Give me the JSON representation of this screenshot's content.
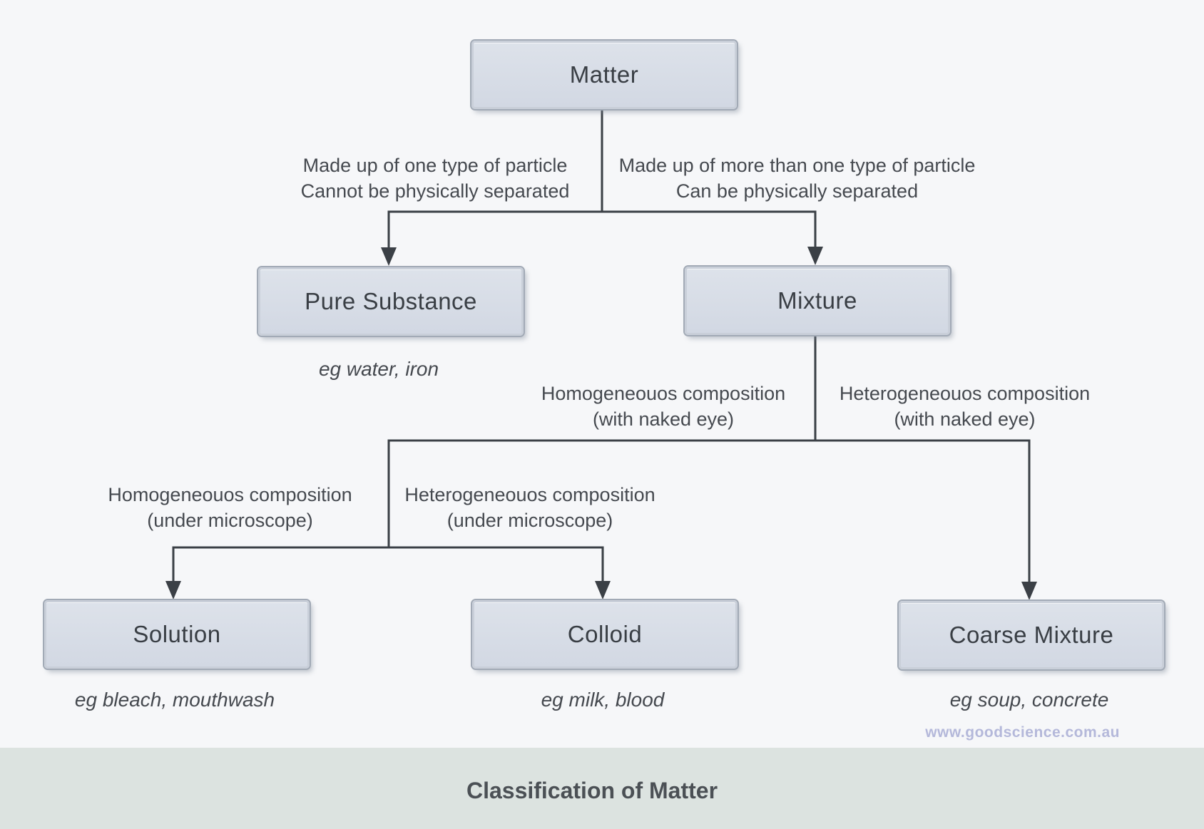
{
  "diagram": {
    "nodes": {
      "matter": {
        "label": "Matter"
      },
      "pure_substance": {
        "label": "Pure Substance",
        "example": "eg water, iron"
      },
      "mixture": {
        "label": "Mixture"
      },
      "solution": {
        "label": "Solution",
        "example": "eg bleach, mouthwash"
      },
      "colloid": {
        "label": "Colloid",
        "example": "eg milk, blood"
      },
      "coarse_mixture": {
        "label": "Coarse Mixture",
        "example": "eg soup, concrete"
      }
    },
    "edge_labels": {
      "one_type": {
        "line1": "Made up of one type of particle",
        "line2": "Cannot be physically separated"
      },
      "more_than_one_type": {
        "line1": "Made up of more than one type of particle",
        "line2": "Can be physically separated"
      },
      "homogeneous_naked_eye": {
        "line1": "Homogeneouos composition",
        "line2": "(with naked eye)"
      },
      "heterogeneous_naked_eye": {
        "line1": "Heterogeneouos composition",
        "line2": "(with naked eye)"
      },
      "homogeneous_microscope": {
        "line1": "Homogeneouos composition",
        "line2": "(under microscope)"
      },
      "heterogeneous_microscope": {
        "line1": "Heterogeneouos composition",
        "line2": "(under microscope)"
      }
    }
  },
  "watermark": {
    "text": "www.goodscience.com.au"
  },
  "footer": {
    "title": "Classification of Matter"
  },
  "colors": {
    "background": "#f6f7f9",
    "box_fill_top": "#dde2ea",
    "box_fill_bottom": "#d2d8e3",
    "box_border": "#c9cfd9",
    "box_outline": "#a2aab6",
    "box_text": "#393e44",
    "line": "#3b4046",
    "label_text": "#45494f",
    "footer_bg": "#dce3e0",
    "footer_text": "#4b5055",
    "watermark": "#b4b8da"
  }
}
